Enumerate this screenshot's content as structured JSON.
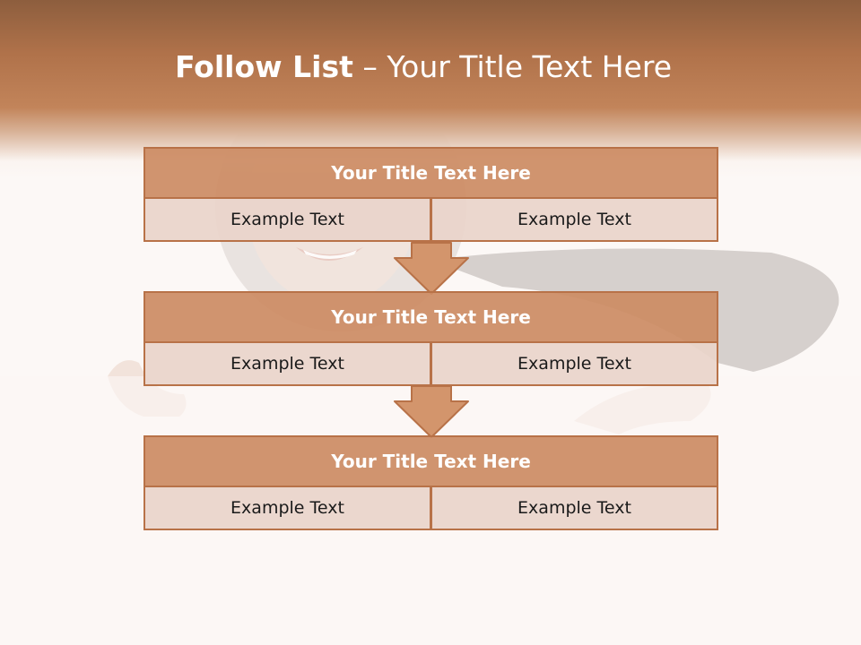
{
  "slide": {
    "title_strong": "Follow List",
    "title_rest": "– Your Title Text Here",
    "colors": {
      "band_dark": "#8d5e3e",
      "band_mid": "#c2845a",
      "head_fill": "#cc8b63",
      "cell_fill": "#e9d4ca",
      "border": "#b87248",
      "arrow_fill": "#d3956c"
    }
  },
  "blocks": [
    {
      "title": "Your Title Text Here",
      "left": "Example Text",
      "right": "Example Text"
    },
    {
      "title": "Your Title Text Here",
      "left": "Example Text",
      "right": "Example Text"
    },
    {
      "title": "Your Title Text Here",
      "left": "Example Text",
      "right": "Example Text"
    }
  ],
  "arrows": [
    {
      "icon": "arrow-down-icon"
    },
    {
      "icon": "arrow-down-icon"
    }
  ]
}
